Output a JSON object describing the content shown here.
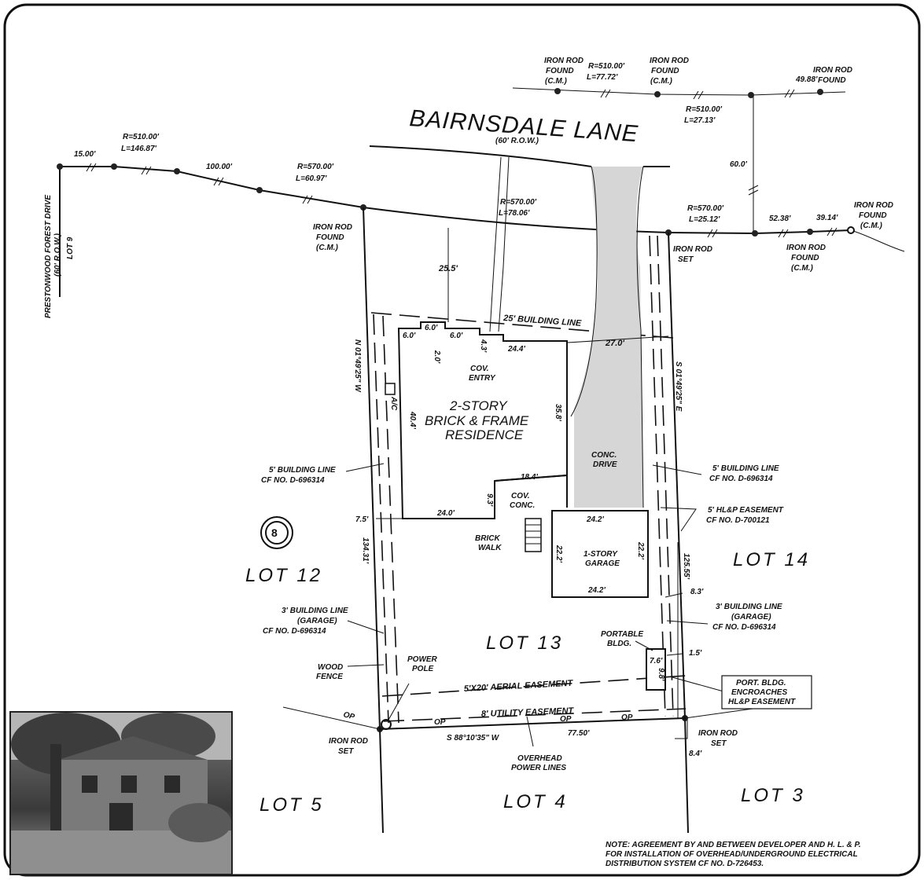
{
  "street": {
    "name": "BAIRNSDALE LANE",
    "row": "(60' R.O.W.)"
  },
  "side_street": {
    "name": "PRESTONWOOD FOREST DRIVE",
    "row": "(60' R.O.W.)",
    "lot": "LOT 9"
  },
  "curves": {
    "c1": {
      "r": "R=510.00'",
      "l": "L=77.72'"
    },
    "c2": {
      "r": "R=510.00'",
      "l": "L=27.13'"
    },
    "c3": {
      "r": "R=510.00'",
      "l": "L=146.87'"
    },
    "c4": {
      "r": "R=570.00'",
      "l": "L=60.97'"
    },
    "c5": {
      "r": "R=570.00'",
      "l": "L=78.06'"
    },
    "c6": {
      "r": "R=570.00'",
      "l": "L=25.12'"
    }
  },
  "distances": {
    "d_49_88": "49.88'",
    "d_15": "15.00'",
    "d_100": "100.00'",
    "d_60": "60.0'",
    "d_52_38": "52.38'",
    "d_39_14": "39.14'",
    "d_25_5": "25.5'",
    "d_27": "27.0'",
    "d_6a": "6.0'",
    "d_2": "2.0'",
    "d_6b": "6.0'",
    "d_4_3": "4.3'",
    "d_24_4": "24.4'",
    "d_40_4": "40.4'",
    "d_35_8": "35.8'",
    "d_18_4": "18.4'",
    "d_9_3": "9.3'",
    "d_24": "24.0'",
    "d_7_5": "7.5'",
    "d_134_31": "134.31'",
    "d_125_55": "125.55'",
    "d_24_2a": "24.2'",
    "d_22_2a": "22.2'",
    "d_22_2b": "22.2'",
    "d_24_2b": "24.2'",
    "d_8_3": "8.3'",
    "d_1_5": "1.5'",
    "d_7_6": "7.6'",
    "d_9_8": "9.8'",
    "d_77_5": "77.50'",
    "d_8_4": "8.4'"
  },
  "markers": {
    "irf_cm_1": [
      "IRON ROD",
      "FOUND",
      "(C.M.)"
    ],
    "irf_cm_2": [
      "IRON ROD",
      "FOUND",
      "(C.M.)"
    ],
    "irf_1": [
      "IRON ROD",
      "FOUND"
    ],
    "irf_cm_3": [
      "IRON ROD",
      "FOUND",
      "(C.M.)"
    ],
    "irf_cm_4": [
      "IRON ROD",
      "FOUND",
      "(C.M.)"
    ],
    "irf_cm_5": [
      "IRON ROD",
      "FOUND",
      "(C.M.)"
    ],
    "irs_1": [
      "IRON ROD",
      "SET"
    ],
    "irs_2": [
      "IRON ROD",
      "SET"
    ],
    "irs_3": [
      "IRON ROD",
      "SET"
    ]
  },
  "bearings": {
    "west": "N 01°49'25\" W",
    "east": "S 01°49'25\" E",
    "south": "S 88°10'35\" W"
  },
  "building_line": "25' BUILDING LINE",
  "residence": [
    "2-STORY",
    "BRICK & FRAME",
    "RESIDENCE"
  ],
  "cov_entry": [
    "COV.",
    "ENTRY"
  ],
  "cov_conc": [
    "COV.",
    "CONC."
  ],
  "conc_drive": [
    "CONC.",
    "DRIVE"
  ],
  "brick_walk": [
    "BRICK",
    "WALK"
  ],
  "garage": [
    "1-STORY",
    "GARAGE"
  ],
  "ac": "A/C",
  "notes": {
    "bl_west": [
      "5' BUILDING LINE",
      "CF NO. D-696314"
    ],
    "bl_east": [
      "5' BUILDING LINE",
      "CF NO. D-696314"
    ],
    "hlp": [
      "5' HL&P EASEMENT",
      "CF NO. D-700121"
    ],
    "garage_west": [
      "3' BUILDING LINE",
      "(GARAGE)",
      "CF NO. D-696314"
    ],
    "garage_east": [
      "3' BUILDING LINE",
      "(GARAGE)",
      "CF NO. D-696314"
    ],
    "portable": [
      "PORTABLE",
      "BLDG."
    ],
    "wood_fence": [
      "WOOD",
      "FENCE"
    ],
    "power_pole": [
      "POWER",
      "POLE"
    ],
    "aerial": "5'X20' AERIAL EASEMENT",
    "utility": "8' UTILITY EASEMENT",
    "overhead": [
      "OVERHEAD",
      "POWER LINES"
    ],
    "encroach": [
      "PORT. BLDG.",
      "ENCROACHES",
      "HL&P EASEMENT"
    ],
    "op": "OP"
  },
  "lots": {
    "lot12": "LOT 12",
    "lot13": "LOT 13",
    "lot14": "LOT 14",
    "lot5": "LOT 5",
    "lot4": "LOT 4",
    "lot3": "LOT 3"
  },
  "block": "8",
  "footnote": [
    "NOTE: AGREEMENT BY AND BETWEEN DEVELOPER AND H. L. & P.",
    "FOR INSTALLATION OF OVERHEAD/UNDERGROUND ELECTRICAL",
    "DISTRIBUTION SYSTEM CF NO. D-726453."
  ]
}
